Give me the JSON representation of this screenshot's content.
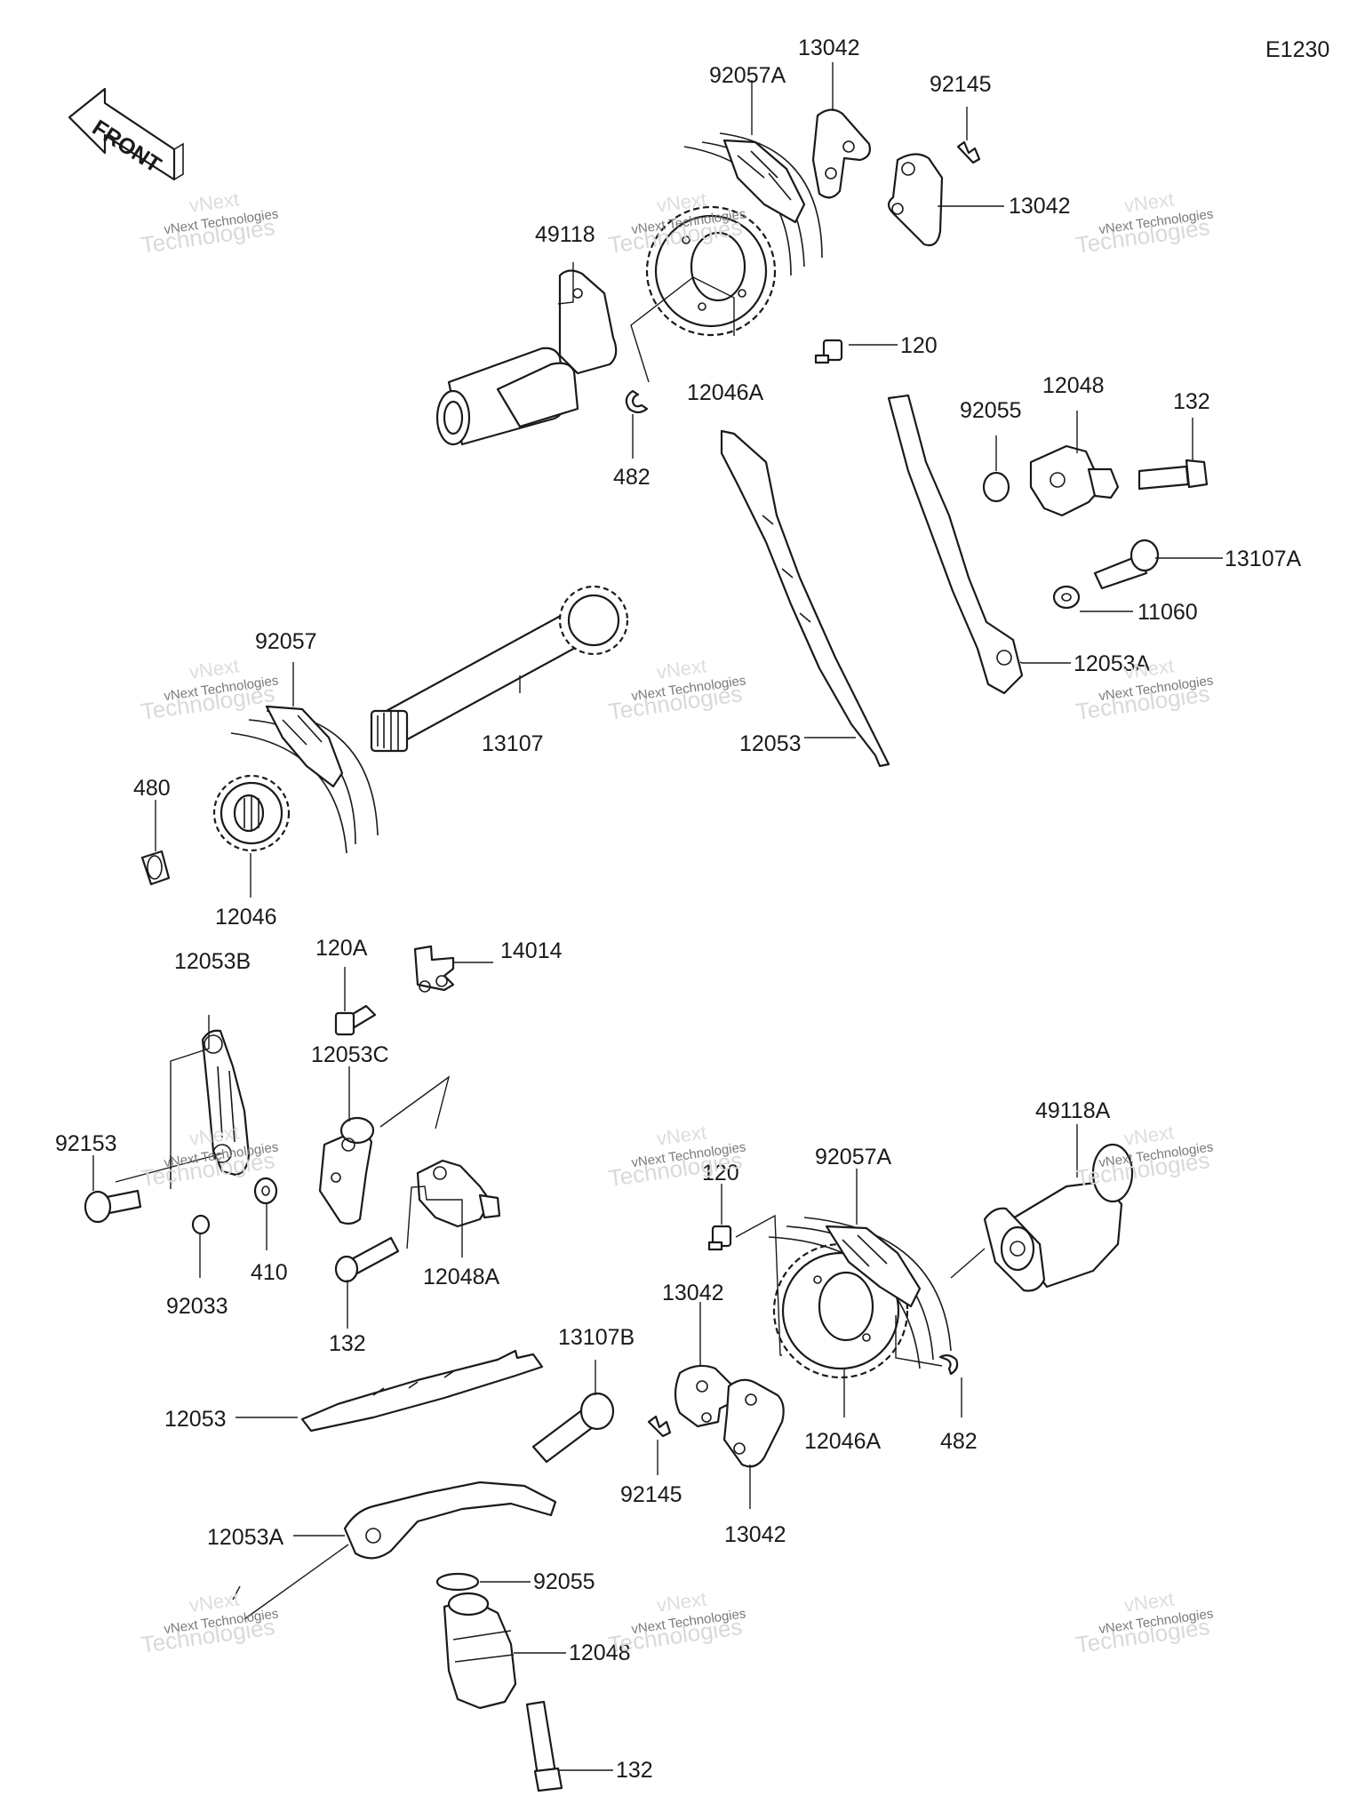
{
  "diagram_code": "E1230",
  "front_label": "FRONT",
  "watermark": {
    "brand": "vNext",
    "line1": "vNext Technologies",
    "line2": "Technologies"
  },
  "callouts": [
    "92057A",
    "13042",
    "92145",
    "13042",
    "49118",
    "120",
    "12046A",
    "482",
    "92055",
    "12048",
    "132",
    "13107A",
    "11060",
    "12053A",
    "12053",
    "92057",
    "13107",
    "480",
    "12046",
    "120A",
    "14014",
    "12053B",
    "12053C",
    "92153",
    "410",
    "92033",
    "132",
    "12048A",
    "120",
    "92057A",
    "49118A",
    "13042",
    "13107B",
    "12053",
    "92145",
    "13042",
    "12046A",
    "482",
    "12053A",
    "92055",
    "12048",
    "132"
  ]
}
